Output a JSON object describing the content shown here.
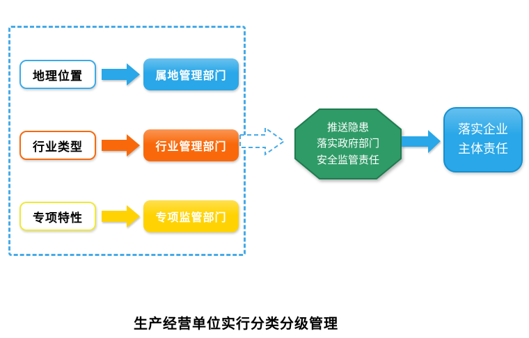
{
  "diagram": {
    "caption": "生产经营单位实行分类分级管理",
    "colors": {
      "blue": "#29a7e8",
      "orange": "#f9690b",
      "yellow": "#ffd303",
      "green": "#2f9b67",
      "green_border": "#1f7b50",
      "dashed_connector": "#45aae8",
      "result_border": "#1590d0"
    },
    "rows": [
      {
        "source": "地理位置",
        "target": "属地管理部门",
        "color": "#29a7e8",
        "source_border": "#3baae8"
      },
      {
        "source": "行业类型",
        "target": "行业管理部门",
        "color": "#f9690b",
        "source_border": "#f9690b"
      },
      {
        "source": "专项特性",
        "target": "专项监管部门",
        "color": "#ffd303",
        "source_border": "#efe93b"
      }
    ],
    "octagon": {
      "line1": "推送隐患",
      "line2": "落实政府部门",
      "line3": "安全监管责任",
      "fill": "#2f9b67",
      "border": "#1f7b50"
    },
    "result": {
      "line1": "落实企业",
      "line2": "主体责任",
      "fill": "#29a7e8",
      "border": "#1590d0"
    }
  }
}
